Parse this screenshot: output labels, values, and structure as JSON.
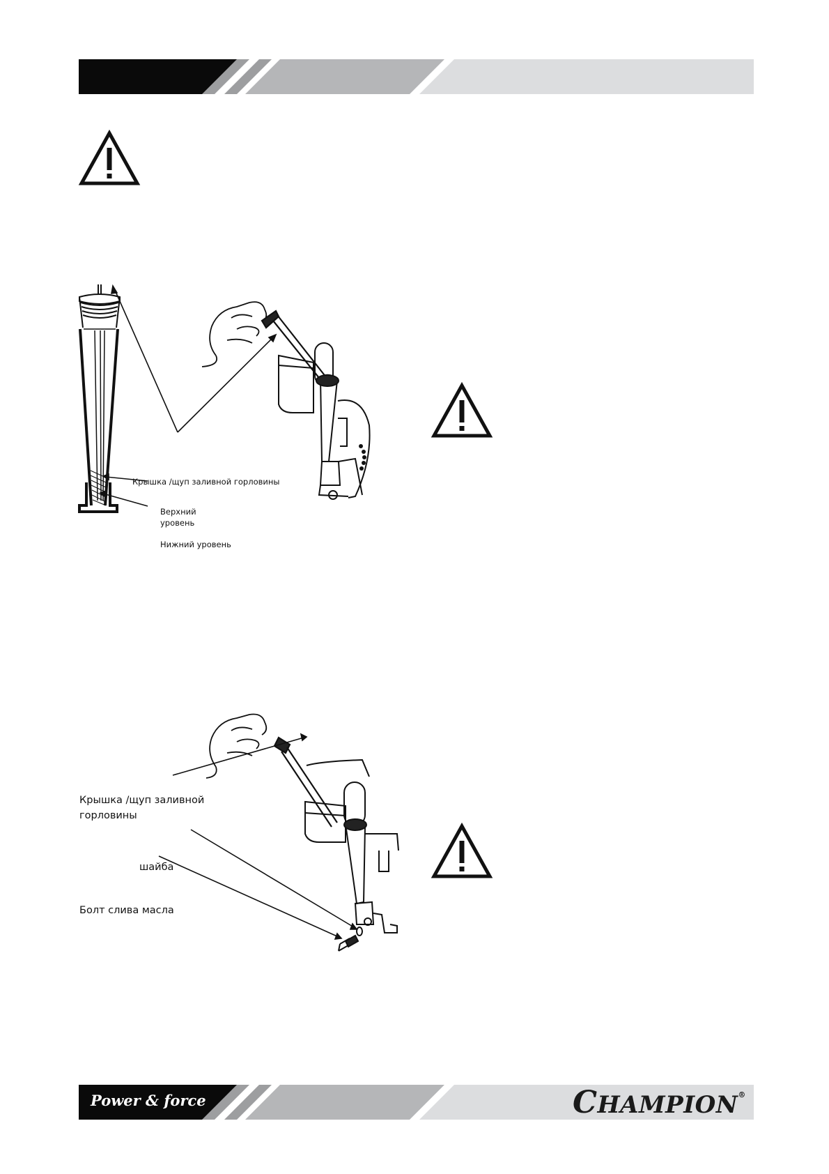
{
  "figure1": {
    "callout_cap": "Крышка /щуп заливной горловины",
    "callout_upper_line1": "Верхний",
    "callout_upper_line2": "уровень",
    "callout_lower": "Нижний уровень"
  },
  "figure2": {
    "callout_cap_line1": "Крышка /щуп заливной",
    "callout_cap_line2": "горловины",
    "callout_washer": "шайба",
    "callout_bolt": "Болт слива масла"
  },
  "footer": {
    "slogan": "Power & force",
    "brand_first": "C",
    "brand_rest": "HAMPION",
    "brand_mark": "®"
  },
  "colors": {
    "band_black": "#0a0a0a",
    "band_mid_gray": "#b5b6b8",
    "band_light_gray": "#dcdddf"
  },
  "icons": [
    "warning-triangle-icon",
    "warning-triangle-icon",
    "warning-triangle-icon"
  ]
}
